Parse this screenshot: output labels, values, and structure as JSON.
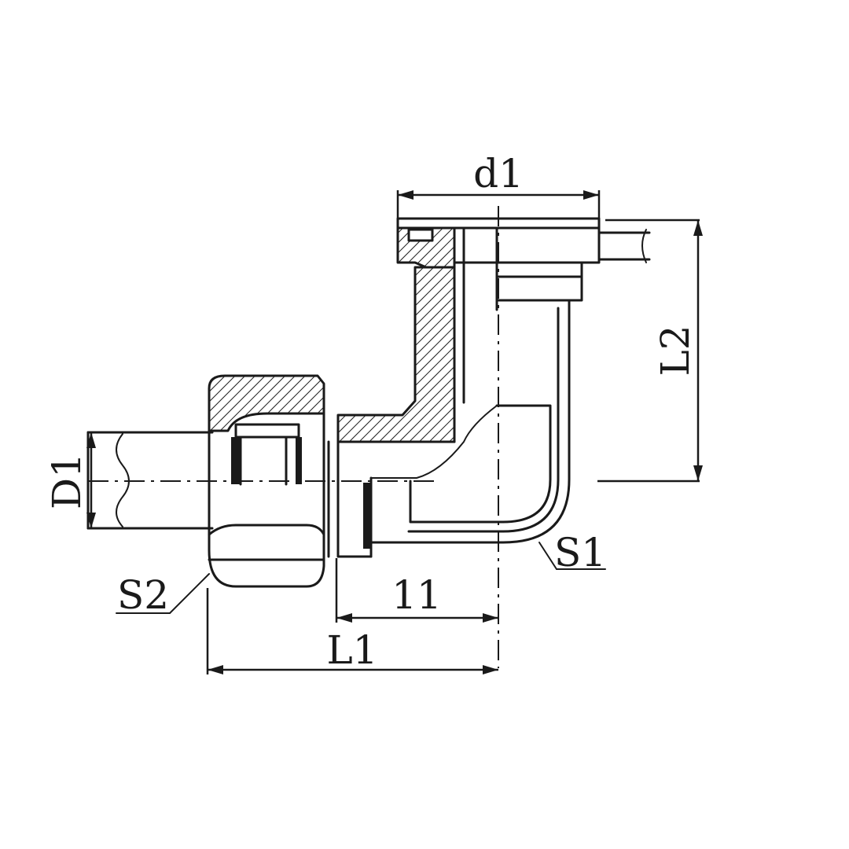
{
  "labels": {
    "d1": "d1",
    "L2": "L2",
    "D1": "D1",
    "S1": "S1",
    "S2": "S2",
    "l1": "11",
    "L1": "L1"
  }
}
